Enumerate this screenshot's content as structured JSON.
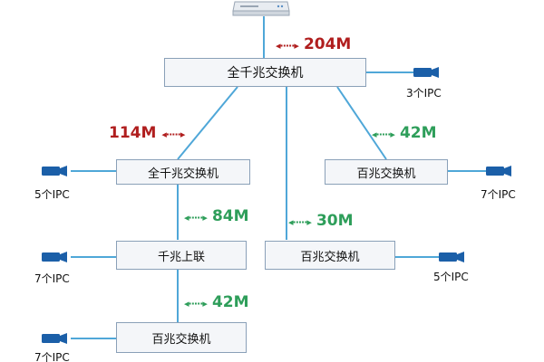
{
  "colors": {
    "line": "#4fa7d8",
    "box_border": "#8aa0b8",
    "red": "#b01e1e",
    "green": "#2e9e5a",
    "camera": "#1b5fa8"
  },
  "switches": {
    "core": "全千兆交换机",
    "left_top": "全千兆交换机",
    "right_top": "百兆交换机",
    "gigabit_uplink": "千兆上联",
    "mid_right": "百兆交换机",
    "bottom": "百兆交换机"
  },
  "bandwidth": {
    "server": "204M",
    "left": "114M",
    "right": "42M",
    "center": "30M",
    "left_down": "84M",
    "bottom": "42M"
  },
  "cameras": {
    "core": "3个IPC",
    "left_top": "5个IPC",
    "right_top": "7个IPC",
    "uplink": "7个IPC",
    "mid_right": "5个IPC",
    "bottom": "7个IPC"
  }
}
